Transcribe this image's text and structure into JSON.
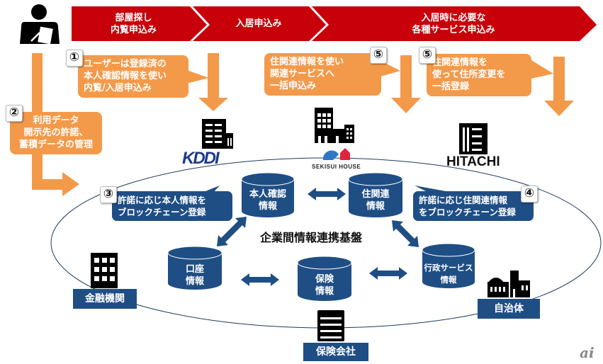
{
  "banner": {
    "steps": [
      {
        "label": "部屋探し\n内覧申込み"
      },
      {
        "label": "入居申込み"
      },
      {
        "label": "入居時に必要な\n各種サービス申込み"
      }
    ],
    "color": "#c8000a"
  },
  "callouts": {
    "c1": {
      "num": "①",
      "text": "ユーザーは登録済の\n本人確認情報を使い\n内覧/入居申込み"
    },
    "c2": {
      "num": "②",
      "text": "利用データ\n開示先の許諾、\n蓄積データの管理"
    },
    "c5a": {
      "num": "⑤",
      "text": "住関連情報を使い\n関連サービスへ\n一括申込み"
    },
    "c5b": {
      "num": "⑤",
      "text": "住関連情報を\n使って住所変更を\n一括登録"
    },
    "c3": {
      "num": "③",
      "text": "許諾に応じ本人情報を\nブロックチェーン登録"
    },
    "c4": {
      "num": "④",
      "text": "許諾に応じ住関連情報\nをブロックチェーン登録"
    }
  },
  "companies": {
    "kddi": "KDDI",
    "sekisui": "SEKISUI HOUSE",
    "hitachi": "HITACHI",
    "finance": "金融機関",
    "insurance": "保険会社",
    "municipality": "自治体"
  },
  "platform": {
    "title": "企業間情報連携基盤",
    "databases": {
      "identity": "本人確認\n情報",
      "housing": "住関連\n情報",
      "account": "口座\n情報",
      "insurance": "保険\n情報",
      "admin": "行政サービス\n情報"
    }
  },
  "watermark": "ai",
  "colors": {
    "orange": "#f39a4a",
    "navy": "#1f4e85",
    "red": "#c8000a"
  }
}
